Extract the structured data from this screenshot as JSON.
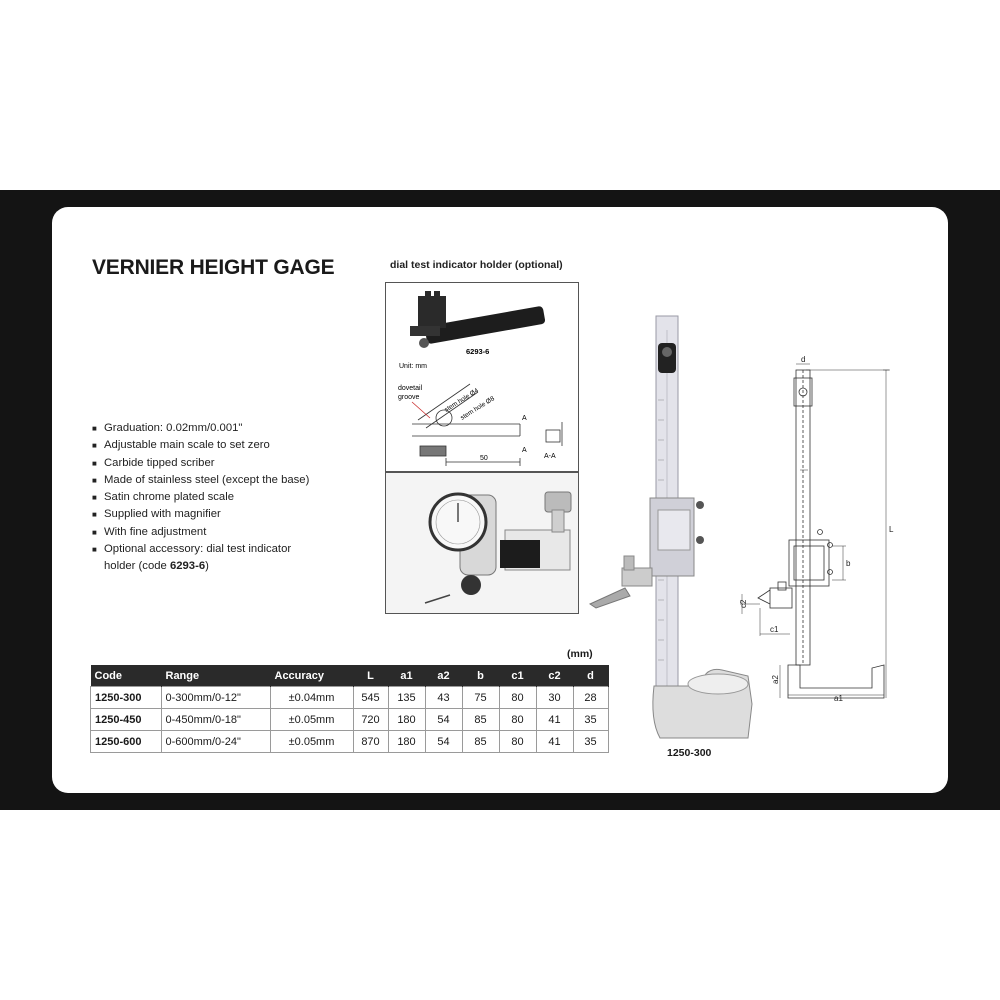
{
  "title": "VERNIER HEIGHT GAGE",
  "holder": {
    "caption": "dial test indicator holder (optional)",
    "part_code": "6293-6",
    "unit": "Unit: mm",
    "dovetail_label": "dovetail groove",
    "stem_hole_1": "stem hole Ø4",
    "stem_hole_2": "stem hole Ø8",
    "dim_50": "50",
    "section_a": "A",
    "section_aa": "A-A"
  },
  "features": [
    "Graduation: 0.02mm/0.001\"",
    "Adjustable main scale to set zero",
    "Carbide tipped scriber",
    "Made of stainless steel (except the base)",
    "Satin chrome plated scale",
    "Supplied with magnifier",
    "With fine adjustment"
  ],
  "accessory": {
    "line1": "Optional accessory: dial test indicator",
    "line2_prefix": "holder (code ",
    "line2_code": "6293-6",
    "line2_suffix": ")"
  },
  "table": {
    "unit": "(mm)",
    "headers": [
      "Code",
      "Range",
      "Accuracy",
      "L",
      "a1",
      "a2",
      "b",
      "c1",
      "c2",
      "d"
    ],
    "rows": [
      [
        "1250-300",
        "0-300mm/0-12\"",
        "±0.04mm",
        "545",
        "135",
        "43",
        "75",
        "80",
        "30",
        "28"
      ],
      [
        "1250-450",
        "0-450mm/0-18\"",
        "±0.05mm",
        "720",
        "180",
        "54",
        "85",
        "80",
        "41",
        "35"
      ],
      [
        "1250-600",
        "0-600mm/0-24\"",
        "±0.05mm",
        "870",
        "180",
        "54",
        "85",
        "80",
        "41",
        "35"
      ]
    ]
  },
  "model_caption": "1250-300",
  "diagram_labels": {
    "d": "d",
    "L": "L",
    "b": "b",
    "c1": "c1",
    "c2": "c2",
    "a1": "a1",
    "a2": "a2"
  }
}
